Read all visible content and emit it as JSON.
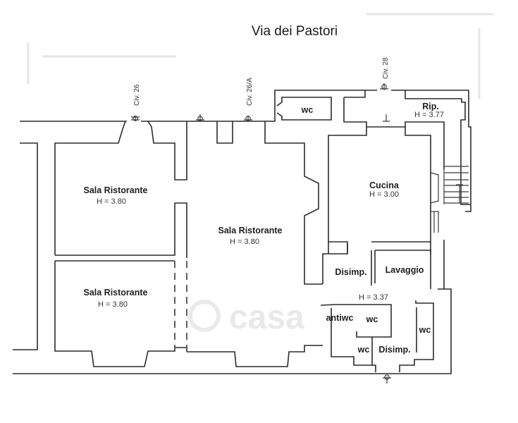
{
  "title": "Via dei Pastori",
  "entrances": [
    {
      "label": "Civ. 26"
    },
    {
      "label": "Civ. 26/A"
    },
    {
      "label": "Civ. 28"
    }
  ],
  "rooms": [
    {
      "name": "Sala Ristorante",
      "height": "H = 3.80"
    },
    {
      "name": "Sala Ristorante",
      "height": "H = 3.80"
    },
    {
      "name": "Sala Ristorante",
      "height": "H = 3.80"
    },
    {
      "name": "Cucina",
      "height": "H = 3.00"
    },
    {
      "name": "Rip.",
      "height": "H = 3.77"
    },
    {
      "name": "wc"
    },
    {
      "name": "Disimp."
    },
    {
      "name": "Lavaggio"
    },
    {
      "name": "antiwc"
    },
    {
      "name": "wc"
    },
    {
      "name": "wc"
    },
    {
      "name": "Disimp."
    },
    {
      "name": "wc"
    }
  ],
  "service_height": "H = 3.37",
  "watermark": "casa"
}
